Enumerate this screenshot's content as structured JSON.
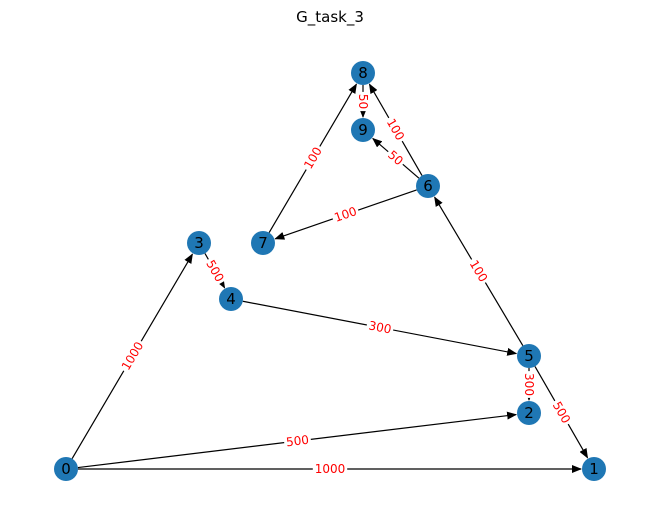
{
  "title": "G_task_3",
  "colors": {
    "node": "#1f77b4",
    "edge": "#000000",
    "edge_label": "#ff0000"
  },
  "nodes": [
    "0",
    "1",
    "2",
    "3",
    "4",
    "5",
    "6",
    "7",
    "8",
    "9"
  ],
  "edges": [
    {
      "from": "0",
      "to": "1",
      "label": "1000"
    },
    {
      "from": "0",
      "to": "2",
      "label": "500"
    },
    {
      "from": "0",
      "to": "3",
      "label": "1000"
    },
    {
      "from": "3",
      "to": "4",
      "label": "500"
    },
    {
      "from": "4",
      "to": "5",
      "label": "300"
    },
    {
      "from": "5",
      "to": "2",
      "label": "300"
    },
    {
      "from": "5",
      "to": "1",
      "label": "500"
    },
    {
      "from": "5",
      "to": "6",
      "label": "100"
    },
    {
      "from": "6",
      "to": "7",
      "label": "100"
    },
    {
      "from": "6",
      "to": "9",
      "label": "50"
    },
    {
      "from": "6",
      "to": "8",
      "label": "100"
    },
    {
      "from": "7",
      "to": "8",
      "label": "100"
    },
    {
      "from": "8",
      "to": "9",
      "label": "50"
    }
  ]
}
